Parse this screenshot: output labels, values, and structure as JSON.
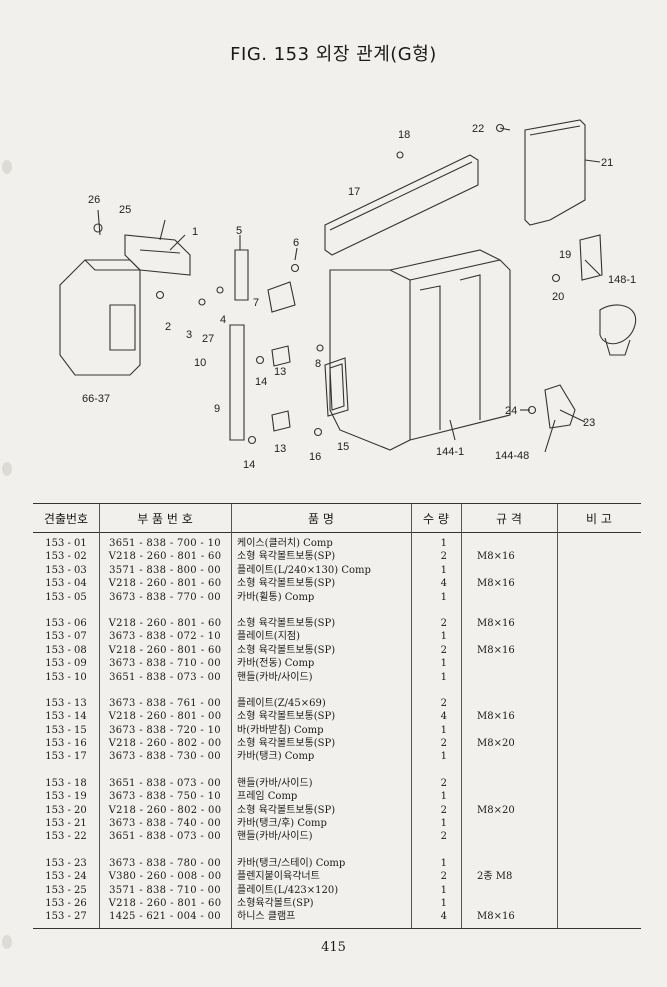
{
  "title": "FIG. 153 외장 관계(G형)",
  "page_number": "415",
  "callouts": [
    "1",
    "2",
    "3",
    "4",
    "5",
    "6",
    "7",
    "8",
    "9",
    "10",
    "13",
    "13",
    "14",
    "14",
    "15",
    "16",
    "17",
    "18",
    "19",
    "20",
    "21",
    "22",
    "23",
    "24",
    "25",
    "26",
    "27",
    "66-37",
    "144-1",
    "144-48",
    "148-1"
  ],
  "headers": {
    "no": "견출번호",
    "part_no": "부 품 번 호",
    "name": "품 명",
    "qty": "수 량",
    "spec": "규 격",
    "remark": "비 고"
  },
  "groups": [
    [
      {
        "no": "153 - 01",
        "part": "3651 - 838 - 700 - 10",
        "name": "케이스(클러치) Comp",
        "qty": "1",
        "spec": ""
      },
      {
        "no": "153 - 02",
        "part": "V218 - 260 - 801 - 60",
        "name": "소형 육각볼트보통(SP)",
        "qty": "2",
        "spec": "M8×16"
      },
      {
        "no": "153 - 03",
        "part": "3571 - 838 - 800 - 00",
        "name": "플레이트(L/240×130) Comp",
        "qty": "1",
        "spec": ""
      },
      {
        "no": "153 - 04",
        "part": "V218 - 260 - 801 - 60",
        "name": "소형 육각볼트보통(SP)",
        "qty": "4",
        "spec": "M8×16"
      },
      {
        "no": "153 - 05",
        "part": "3673 - 838 - 770 - 00",
        "name": "카바(휠통) Comp",
        "qty": "1",
        "spec": ""
      }
    ],
    [
      {
        "no": "153 - 06",
        "part": "V218 - 260 - 801 - 60",
        "name": "소형 육각볼트보통(SP)",
        "qty": "2",
        "spec": "M8×16"
      },
      {
        "no": "153 - 07",
        "part": "3673 - 838 - 072 - 10",
        "name": "플레이트(지점)",
        "qty": "1",
        "spec": ""
      },
      {
        "no": "153 - 08",
        "part": "V218 - 260 - 801 - 60",
        "name": "소형 육각볼트보통(SP)",
        "qty": "2",
        "spec": "M8×16"
      },
      {
        "no": "153 - 09",
        "part": "3673 - 838 - 710 - 00",
        "name": "카바(전동) Comp",
        "qty": "1",
        "spec": ""
      },
      {
        "no": "153 - 10",
        "part": "3651 - 838 - 073 - 00",
        "name": "핸들(카바/사이드)",
        "qty": "1",
        "spec": ""
      }
    ],
    [
      {
        "no": "153 - 13",
        "part": "3673 - 838 - 761 - 00",
        "name": "플레이트(Z/45×69)",
        "qty": "2",
        "spec": ""
      },
      {
        "no": "153 - 14",
        "part": "V218 - 260 - 801 - 00",
        "name": "소형 육각볼트보통(SP)",
        "qty": "4",
        "spec": "M8×16"
      },
      {
        "no": "153 - 15",
        "part": "3673 - 838 - 720 - 10",
        "name": "바(카바받침) Comp",
        "qty": "1",
        "spec": ""
      },
      {
        "no": "153 - 16",
        "part": "V218 - 260 - 802 - 00",
        "name": "소형 육각볼트보통(SP)",
        "qty": "2",
        "spec": "M8×20"
      },
      {
        "no": "153 - 17",
        "part": "3673 - 838 - 730 - 00",
        "name": "카바(탱크) Comp",
        "qty": "1",
        "spec": ""
      }
    ],
    [
      {
        "no": "153 - 18",
        "part": "3651 - 838 - 073 - 00",
        "name": "핸들(카바/사이드)",
        "qty": "2",
        "spec": ""
      },
      {
        "no": "153 - 19",
        "part": "3673 - 838 - 750 - 10",
        "name": "프레임 Comp",
        "qty": "1",
        "spec": ""
      },
      {
        "no": "153 - 20",
        "part": "V218 - 260 - 802 - 00",
        "name": "소형 육각볼트보통(SP)",
        "qty": "2",
        "spec": "M8×20"
      },
      {
        "no": "153 - 21",
        "part": "3673 - 838 - 740 - 00",
        "name": "카바(탱크/후) Comp",
        "qty": "1",
        "spec": ""
      },
      {
        "no": "153 - 22",
        "part": "3651 - 838 - 073 - 00",
        "name": "핸들(카바/사이드)",
        "qty": "2",
        "spec": ""
      }
    ],
    [
      {
        "no": "153 - 23",
        "part": "3673 - 838 - 780 - 00",
        "name": "카바(탱크/스테이) Comp",
        "qty": "1",
        "spec": ""
      },
      {
        "no": "153 - 24",
        "part": "V380 - 260 - 008 - 00",
        "name": "플렌지붙이육각너트",
        "qty": "2",
        "spec": "2종 M8"
      },
      {
        "no": "153 - 25",
        "part": "3571 - 838 - 710 - 00",
        "name": "플레이트(L/423×120)",
        "qty": "1",
        "spec": ""
      },
      {
        "no": "153 - 26",
        "part": "V218 - 260 - 801 - 60",
        "name": "소형육각볼트(SP)",
        "qty": "1",
        "spec": ""
      },
      {
        "no": "153 - 27",
        "part": "1425 - 621 - 004 - 00",
        "name": "하니스 클램프",
        "qty": "4",
        "spec": "M8×16"
      }
    ]
  ]
}
